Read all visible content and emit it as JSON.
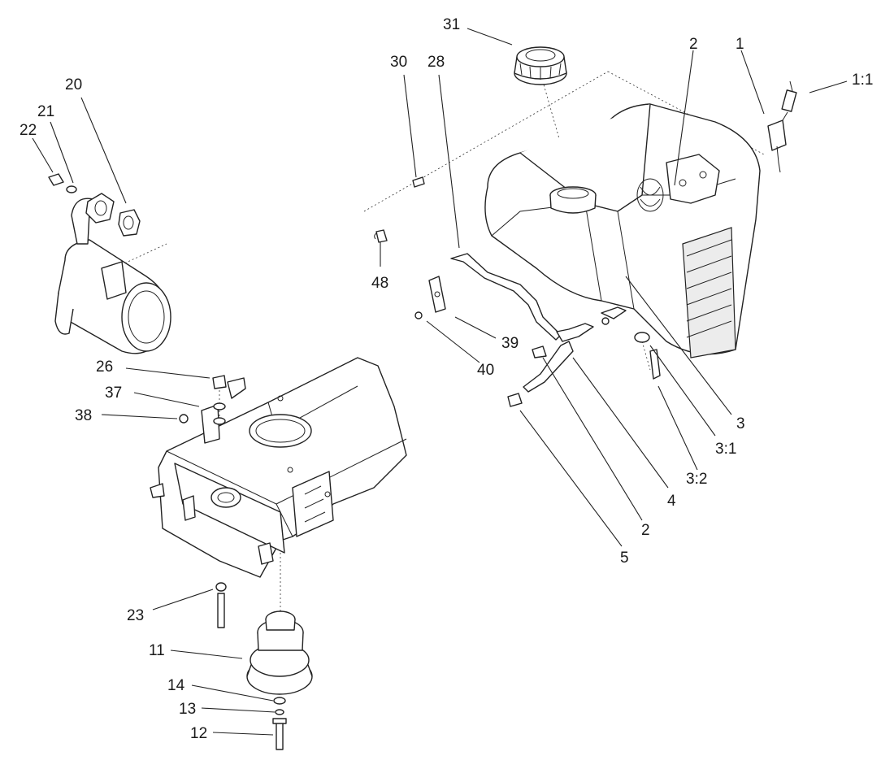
{
  "diagram": {
    "callouts": [
      {
        "id": "c31",
        "text": "31"
      },
      {
        "id": "c2a",
        "text": "2"
      },
      {
        "id": "c1",
        "text": "1"
      },
      {
        "id": "c1_1",
        "text": "1:1"
      },
      {
        "id": "c30",
        "text": "30"
      },
      {
        "id": "c28",
        "text": "28"
      },
      {
        "id": "c20",
        "text": "20"
      },
      {
        "id": "c21",
        "text": "21"
      },
      {
        "id": "c22",
        "text": "22"
      },
      {
        "id": "c48",
        "text": "48"
      },
      {
        "id": "c39",
        "text": "39"
      },
      {
        "id": "c40",
        "text": "40"
      },
      {
        "id": "c3",
        "text": "3"
      },
      {
        "id": "c3_1",
        "text": "3:1"
      },
      {
        "id": "c3_2",
        "text": "3:2"
      },
      {
        "id": "c4",
        "text": "4"
      },
      {
        "id": "c2b",
        "text": "2"
      },
      {
        "id": "c5",
        "text": "5"
      },
      {
        "id": "c26",
        "text": "26"
      },
      {
        "id": "c37",
        "text": "37"
      },
      {
        "id": "c38",
        "text": "38"
      },
      {
        "id": "c23",
        "text": "23"
      },
      {
        "id": "c11",
        "text": "11"
      },
      {
        "id": "c14",
        "text": "14"
      },
      {
        "id": "c13",
        "text": "13"
      },
      {
        "id": "c12",
        "text": "12"
      }
    ]
  }
}
